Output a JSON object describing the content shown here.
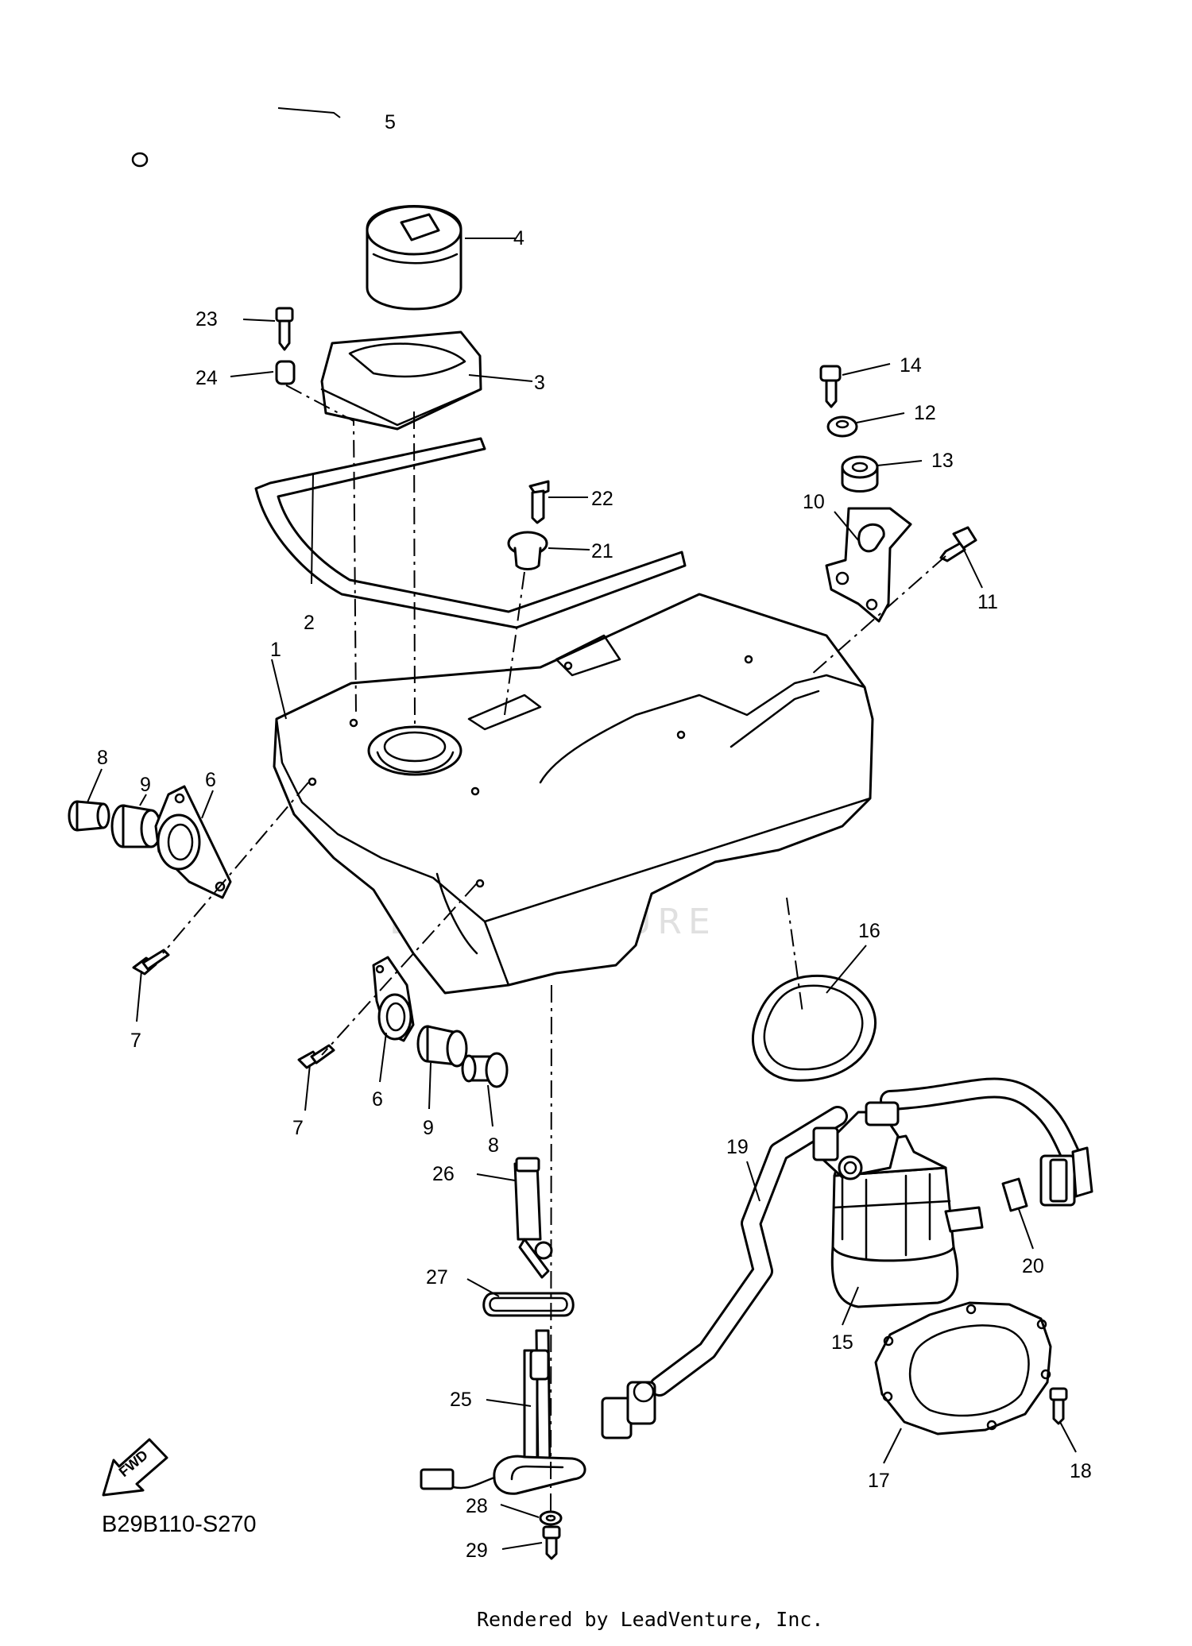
{
  "diagram": {
    "code": "B29B110-S270",
    "footer": "Rendered by LeadVenture, Inc.",
    "watermark": "LEADVENTURE",
    "fwd_label": "FWD",
    "callouts": {
      "c1": "1",
      "c2": "2",
      "c3": "3",
      "c4": "4",
      "c5": "5",
      "c6a": "6",
      "c6b": "6",
      "c7a": "7",
      "c7b": "7",
      "c8a": "8",
      "c8b": "8",
      "c9a": "9",
      "c9b": "9",
      "c10": "10",
      "c11": "11",
      "c12": "12",
      "c13": "13",
      "c14": "14",
      "c15": "15",
      "c16": "16",
      "c17": "17",
      "c18": "18",
      "c19": "19",
      "c20": "20",
      "c21": "21",
      "c22": "22",
      "c23": "23",
      "c24": "24",
      "c25": "25",
      "c26": "26",
      "c27": "27",
      "c28": "28",
      "c29": "29"
    }
  }
}
